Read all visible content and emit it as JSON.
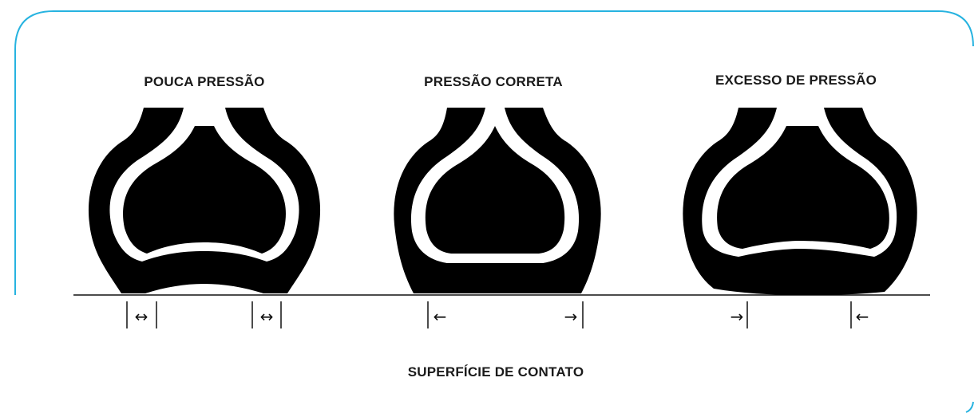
{
  "colors": {
    "frame": "#27b3e0",
    "tire": "#000000",
    "text": "#1a1a1a",
    "ground": "#111111"
  },
  "labels": {
    "under_pressure": "POUCA PRESSÃO",
    "correct_pressure": "PRESSÃO CORRETA",
    "over_pressure": "EXCESSO DE PRESSÃO",
    "contact_surface": "SUPERFÍCIE DE CONTATO"
  },
  "markers": {
    "both_arrow": "↔",
    "left_arrow": "←",
    "right_arrow": "→"
  }
}
